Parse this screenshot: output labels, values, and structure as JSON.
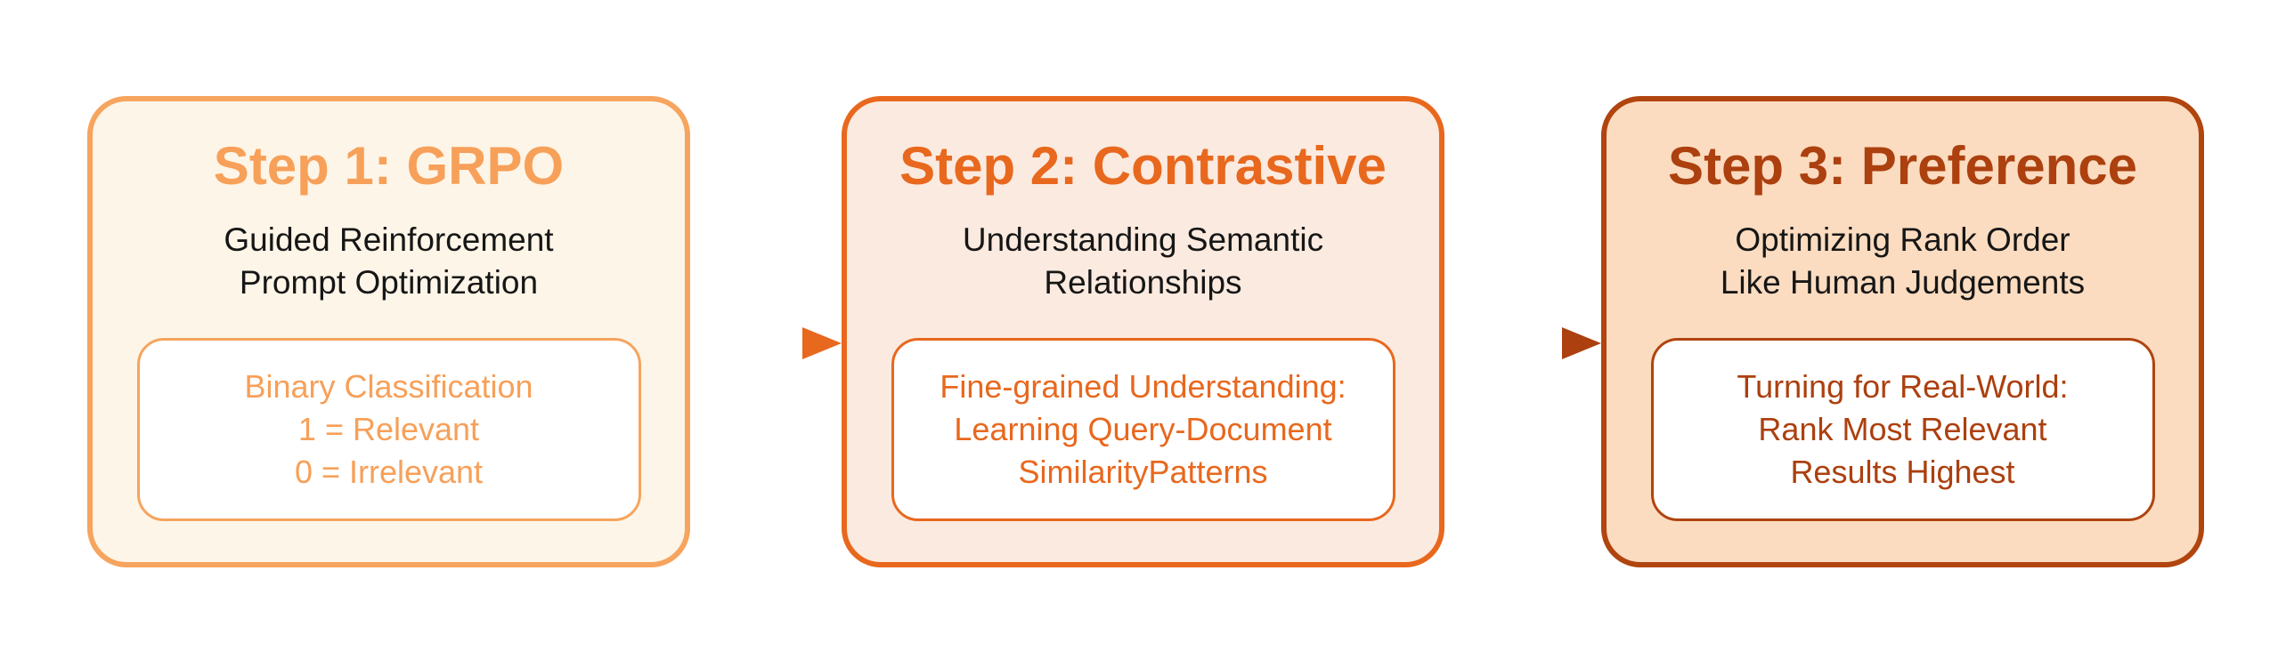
{
  "diagram": {
    "background": "#FFFFFF",
    "steps": [
      {
        "title": "Step 1: GRPO",
        "subtitle_lines": [
          "Guided Reinforcement",
          "Prompt Optimization"
        ],
        "detail_lines": [
          "Binary Classification",
          "1 = Relevant",
          "0 = Irrelevant"
        ],
        "colors": {
          "fill": "#FDF5E7",
          "border": "#F6A45E",
          "accent": "#F7A059",
          "subtitle": "#161616"
        }
      },
      {
        "title": "Step 2: Contrastive",
        "subtitle_lines": [
          "Understanding Semantic",
          "Relationships"
        ],
        "detail_lines": [
          "Fine-grained Understanding:",
          "Learning Query-Document",
          "SimilarityPatterns"
        ],
        "colors": {
          "fill": "#FBEADF",
          "border": "#E8681E",
          "accent": "#E8681E",
          "subtitle": "#161616"
        }
      },
      {
        "title": "Step 3: Preference",
        "subtitle_lines": [
          "Optimizing Rank Order",
          "Like Human Judgements"
        ],
        "detail_lines": [
          "Turning for Real-World:",
          "Rank Most Relevant",
          "Results Highest"
        ],
        "colors": {
          "fill": "#FBDCC0",
          "border": "#B0450F",
          "accent": "#AC400F",
          "subtitle": "#161616"
        }
      }
    ],
    "arrows": [
      {
        "name": "step1-to-step2",
        "gradient_from": "#F6A45E",
        "gradient_to": "#E8681E",
        "head": "#E8681E"
      },
      {
        "name": "step2-to-step3",
        "gradient_from": "#E8681E",
        "gradient_to": "#AC400F",
        "head": "#AC400F"
      }
    ]
  }
}
